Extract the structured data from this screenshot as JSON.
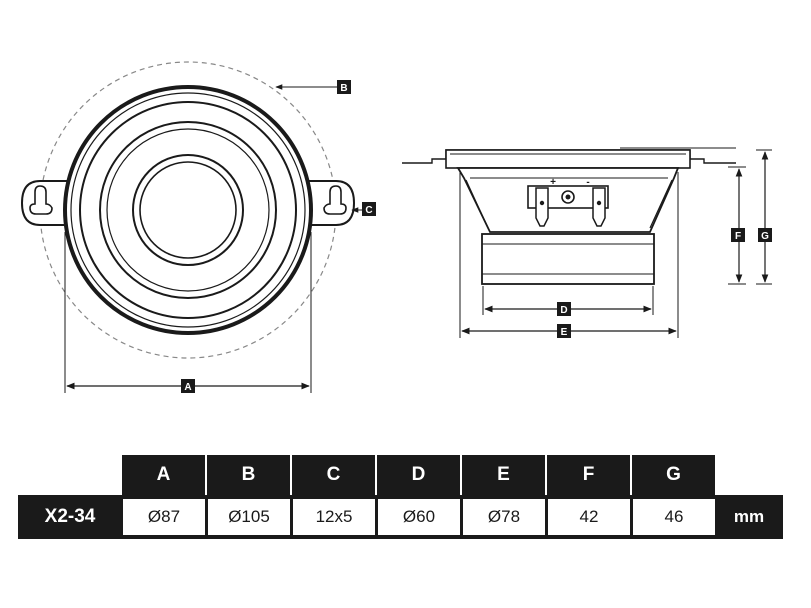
{
  "colors": {
    "ink": "#1a1a1a",
    "paper": "#ffffff",
    "guide": "#888888"
  },
  "front_view": {
    "dimension_labels": {
      "a": "A",
      "b": "B",
      "c": "C"
    }
  },
  "side_view": {
    "dimension_labels": {
      "d": "D",
      "e": "E",
      "f": "F",
      "g": "G"
    },
    "terminal_plus": "+",
    "terminal_minus": "-"
  },
  "spec_table": {
    "model": "X2-34",
    "unit": "mm",
    "headers": [
      "A",
      "B",
      "C",
      "D",
      "E",
      "F",
      "G"
    ],
    "values": [
      "Ø87",
      "Ø105",
      "12x5",
      "Ø60",
      "Ø78",
      "42",
      "46"
    ]
  }
}
